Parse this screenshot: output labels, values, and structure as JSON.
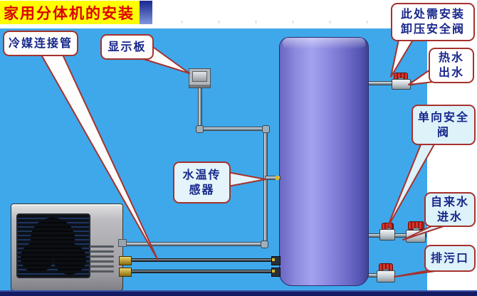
{
  "title": "家用分体机的安装",
  "callouts": {
    "refrigerant_pipe": {
      "lines": [
        "冷媒连接管"
      ]
    },
    "display_panel": {
      "lines": [
        "显示板"
      ]
    },
    "water_temp_sensor": {
      "lines": [
        "水温传",
        "感器"
      ]
    },
    "relief_valve": {
      "lines": [
        "此处需安装",
        "卸压安全阀"
      ]
    },
    "hot_water_outlet": {
      "lines": [
        "热水",
        "出水"
      ]
    },
    "one_way_valve": {
      "lines": [
        "单向安全",
        "阀"
      ]
    },
    "tap_water_inlet": {
      "lines": [
        "自来水",
        "进水"
      ]
    },
    "drain_outlet": {
      "lines": [
        "排污口"
      ]
    }
  },
  "colors": {
    "scene_background": "#3fa8ea",
    "title_background": "#ffff00",
    "title_text": "#dd0000",
    "title_shadow_top": "#18288f",
    "bubble_border": "#a5322e",
    "bubble_text": "#18278a",
    "tank_purple": "#8c89e0",
    "valve_handle_red": "#d8342a",
    "bottom_bar": "#131c63"
  },
  "icons": {
    "outdoor_unit": "outdoor-heat-pump-unit",
    "water_tank": "water-storage-tank",
    "display_box": "wall-display-panel",
    "valves": "red-handle-valve"
  }
}
